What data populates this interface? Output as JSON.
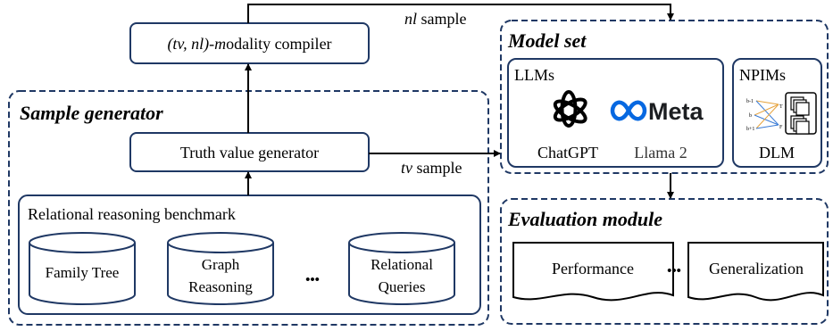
{
  "colors": {
    "stroke": "#1f3864",
    "ink": "#000000",
    "background": "#ffffff"
  },
  "compiler": {
    "prefix_italic": "(tv, nl)-m",
    "suffix": "odality compiler"
  },
  "sample_generator": {
    "title": "Sample generator",
    "truth_value_generator": "Truth value generator",
    "benchmark": {
      "title": "Relational reasoning benchmark",
      "datasets": [
        {
          "lines": [
            "Family Tree"
          ]
        },
        {
          "lines": [
            "Graph",
            "Reasoning"
          ]
        },
        {
          "lines": [
            "Relational",
            "Queries"
          ]
        }
      ],
      "ellipsis": "•••"
    }
  },
  "edges": {
    "nl_sample": {
      "italic": "nl",
      "rest": " sample"
    },
    "tv_sample": {
      "italic": "tv",
      "rest": " sample"
    }
  },
  "model_set": {
    "title": "Model set",
    "llms": {
      "title": "LLMs",
      "models": [
        {
          "name": "ChatGPT",
          "icon": "openai-logo-icon"
        },
        {
          "name": "Llama 2",
          "icon": "meta-logo-icon",
          "logo_text": "Meta"
        }
      ]
    },
    "npims": {
      "title": "NPIMs",
      "model": {
        "name": "DLM",
        "icon": "dlm-architecture-icon"
      },
      "schematic_labels": [
        "b-1",
        "b",
        "b+1",
        "T",
        "F"
      ]
    }
  },
  "evaluation": {
    "title": "Evaluation module",
    "metrics": [
      "Performance",
      "Generalization"
    ],
    "ellipsis": "•••"
  }
}
